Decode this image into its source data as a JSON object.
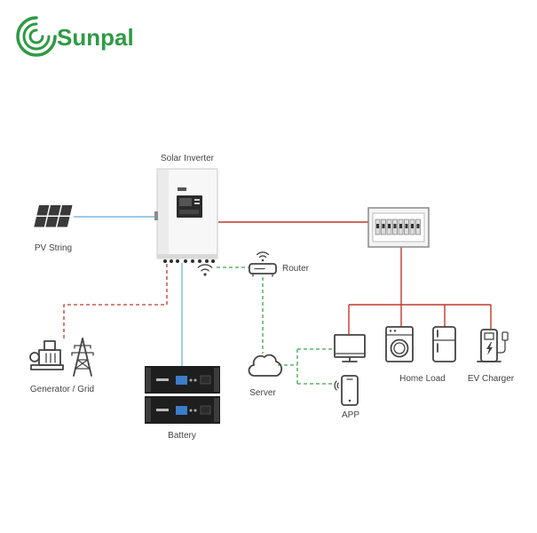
{
  "brand": {
    "name": "Sunpal",
    "color": "#2f9a44"
  },
  "labels": {
    "solar_inverter": "Solar Inverter",
    "pv_string": "PV String",
    "router": "Router",
    "generator_grid": "Generator / Grid",
    "server": "Server",
    "battery": "Battery",
    "app": "APP",
    "home_load": "Home Load",
    "ev_charger": "EV Charger"
  },
  "colors": {
    "dc_line": "#7ab8e0",
    "ac_line": "#c0392b",
    "comm_line": "#3fa34d",
    "icon_stroke": "#444444",
    "battery_display": "#3d7cc9"
  },
  "icons": [
    "sunpal-logo-icon",
    "solar-panel-icon",
    "solar-inverter-icon",
    "breaker-box-icon",
    "wifi-icon",
    "router-icon",
    "cloud-server-icon",
    "monitor-icon",
    "smartphone-icon",
    "washing-machine-icon",
    "refrigerator-icon",
    "ev-charger-icon",
    "generator-icon",
    "power-tower-icon",
    "battery-icon"
  ]
}
